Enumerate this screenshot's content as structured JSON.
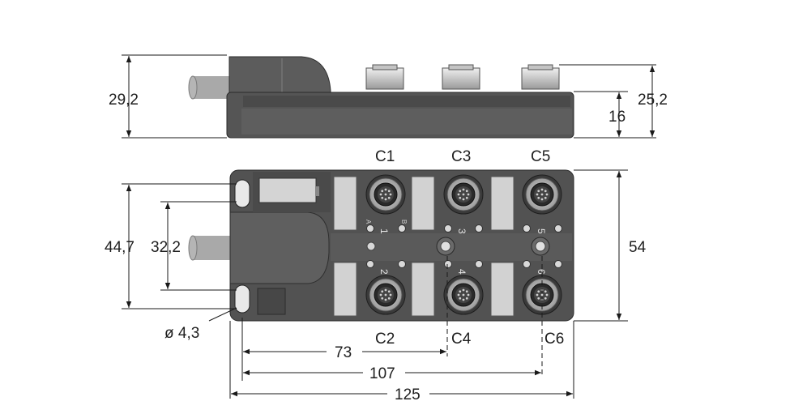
{
  "connector_labels": {
    "c1": "C1",
    "c2": "C2",
    "c3": "C3",
    "c4": "C4",
    "c5": "C5",
    "c6": "C6"
  },
  "port_numbers": {
    "p1": "1",
    "p2": "2",
    "p3": "3",
    "p4": "4",
    "p5": "5",
    "p6": "6"
  },
  "led_letters": {
    "a": "A",
    "b": "B"
  },
  "dimensions": {
    "side_total_height": "29,2",
    "side_port_height": "25,2",
    "side_body_height": "16",
    "mount_hole_distance": "44,7",
    "cable_gland_width": "32,2",
    "body_width": "54",
    "mount_hole_diameter": "ø 4,3",
    "port_pitch_73": "73",
    "port_pitch_107": "107",
    "overall_length": "125"
  },
  "colors": {
    "housing": "#5a5a5a",
    "housing_dark": "#3c3c3c",
    "housing_light": "#8a8a8a",
    "label_plate": "#d6d6d6",
    "connector_metal": "#b8b8b8",
    "connector_dark": "#2e2e2e"
  }
}
